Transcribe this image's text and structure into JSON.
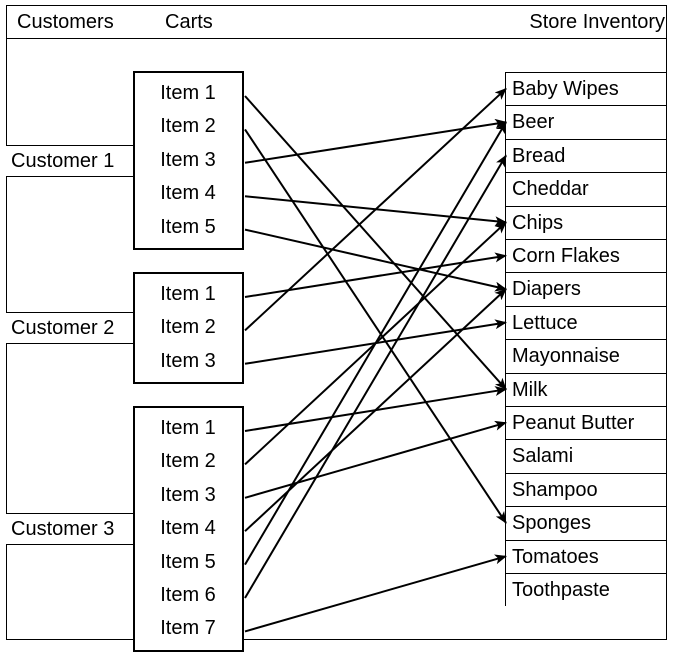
{
  "headers": {
    "customers": "Customers",
    "carts": "Carts",
    "inventory": "Store Inventory"
  },
  "customers": [
    {
      "label": "Customer 1",
      "items": [
        "Item 1",
        "Item 2",
        "Item 3",
        "Item 4",
        "Item 5"
      ]
    },
    {
      "label": "Customer 2",
      "items": [
        "Item 1",
        "Item 2",
        "Item 3"
      ]
    },
    {
      "label": "Customer 3",
      "items": [
        "Item 1",
        "Item 2",
        "Item 3",
        "Item 4",
        "Item 5",
        "Item 6",
        "Item 7"
      ]
    }
  ],
  "inventory": [
    "Baby Wipes",
    "Beer",
    "Bread",
    "Cheddar",
    "Chips",
    "Corn Flakes",
    "Diapers",
    "Lettuce",
    "Mayonnaise",
    "Milk",
    "Peanut Butter",
    "Salami",
    "Shampoo",
    "Sponges",
    "Tomatoes",
    "Toothpaste"
  ],
  "links": [
    {
      "customer": 0,
      "item": 0,
      "inventory": "Milk"
    },
    {
      "customer": 0,
      "item": 1,
      "inventory": "Sponges"
    },
    {
      "customer": 0,
      "item": 2,
      "inventory": "Beer"
    },
    {
      "customer": 0,
      "item": 3,
      "inventory": "Chips"
    },
    {
      "customer": 0,
      "item": 4,
      "inventory": "Diapers"
    },
    {
      "customer": 1,
      "item": 0,
      "inventory": "Corn Flakes"
    },
    {
      "customer": 1,
      "item": 1,
      "inventory": "Baby Wipes"
    },
    {
      "customer": 1,
      "item": 2,
      "inventory": "Lettuce"
    },
    {
      "customer": 2,
      "item": 0,
      "inventory": "Milk"
    },
    {
      "customer": 2,
      "item": 1,
      "inventory": "Chips"
    },
    {
      "customer": 2,
      "item": 2,
      "inventory": "Peanut Butter"
    },
    {
      "customer": 2,
      "item": 3,
      "inventory": "Diapers"
    },
    {
      "customer": 2,
      "item": 4,
      "inventory": "Beer"
    },
    {
      "customer": 2,
      "item": 5,
      "inventory": "Bread"
    },
    {
      "customer": 2,
      "item": 6,
      "inventory": "Tomatoes"
    }
  ]
}
